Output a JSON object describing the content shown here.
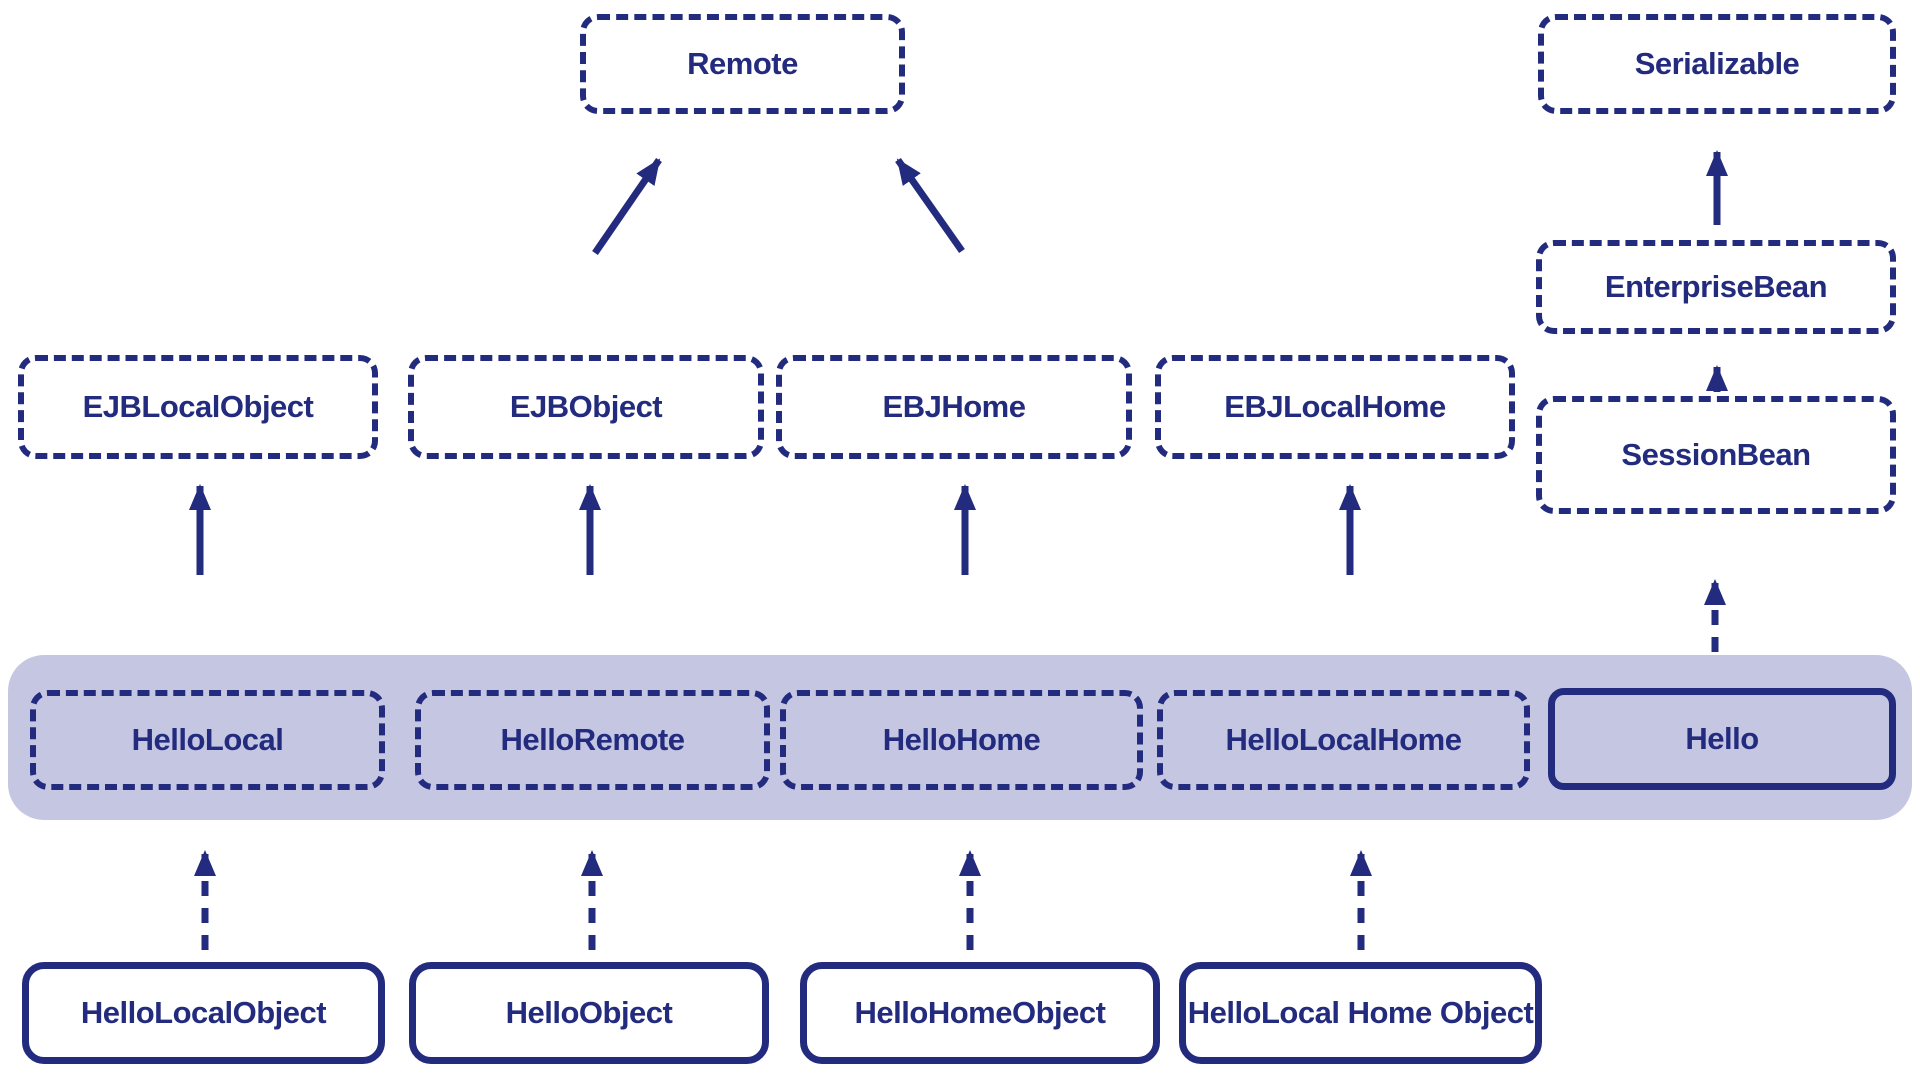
{
  "colors": {
    "navy": "#232b7e",
    "band_background": "#c5c6e2",
    "page_background": "#ffffff"
  },
  "nodes": {
    "remote": {
      "label": "Remote"
    },
    "serializable": {
      "label": "Serializable"
    },
    "enterprise_bean": {
      "label": "EnterpriseBean"
    },
    "session_bean": {
      "label": "SessionBean"
    },
    "ejb_local_object": {
      "label": "EJBLocalObject"
    },
    "ejb_object": {
      "label": "EJBObject"
    },
    "ebj_home": {
      "label": "EBJHome"
    },
    "ebj_local_home": {
      "label": "EBJLocalHome"
    },
    "hello_local": {
      "label": "HelloLocal"
    },
    "hello_remote": {
      "label": "HelloRemote"
    },
    "hello_home": {
      "label": "HelloHome"
    },
    "hello_local_home": {
      "label": "HelloLocalHome"
    },
    "hello": {
      "label": "Hello"
    },
    "hello_local_object": {
      "label": "HelloLocalObject"
    },
    "hello_object": {
      "label": "HelloObject"
    },
    "hello_home_object": {
      "label": "HelloHomeObject"
    },
    "hello_local_home_object": {
      "label": "HelloLocal Home Object"
    }
  }
}
